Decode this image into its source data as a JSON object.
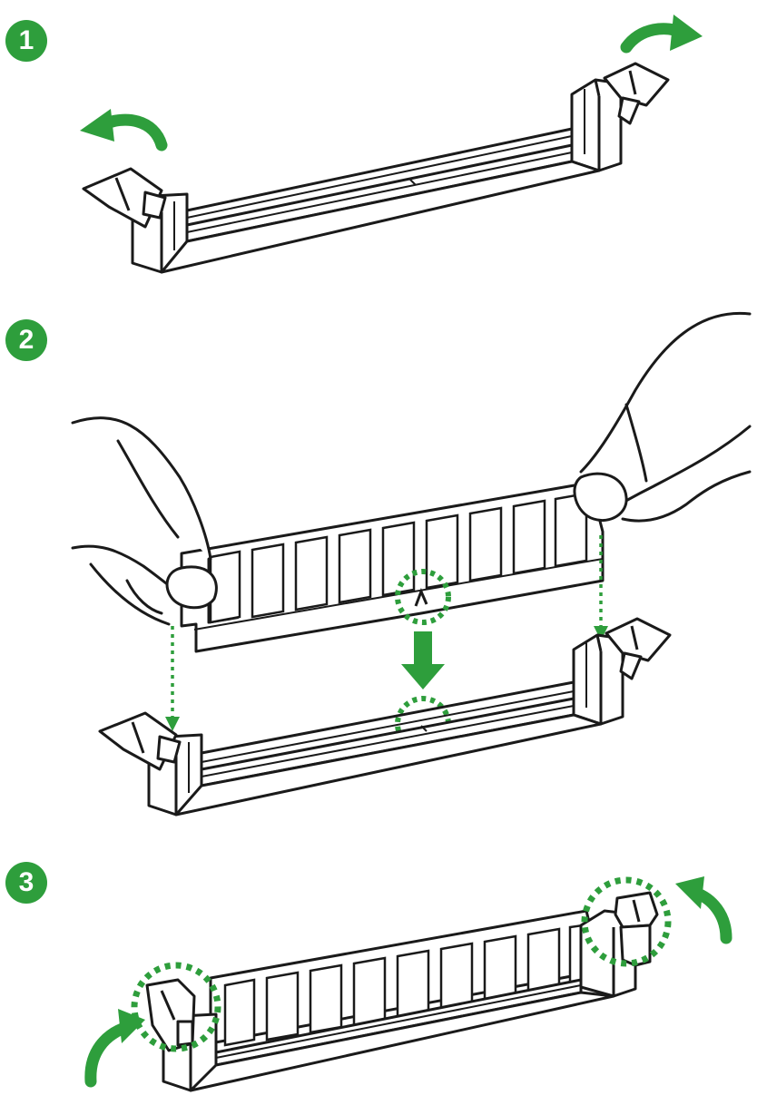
{
  "colors": {
    "accent": "#2e9e3c",
    "line": "#1a1a1a",
    "paper": "#ffffff"
  },
  "steps": [
    {
      "number": "1"
    },
    {
      "number": "2"
    },
    {
      "number": "3"
    }
  ]
}
